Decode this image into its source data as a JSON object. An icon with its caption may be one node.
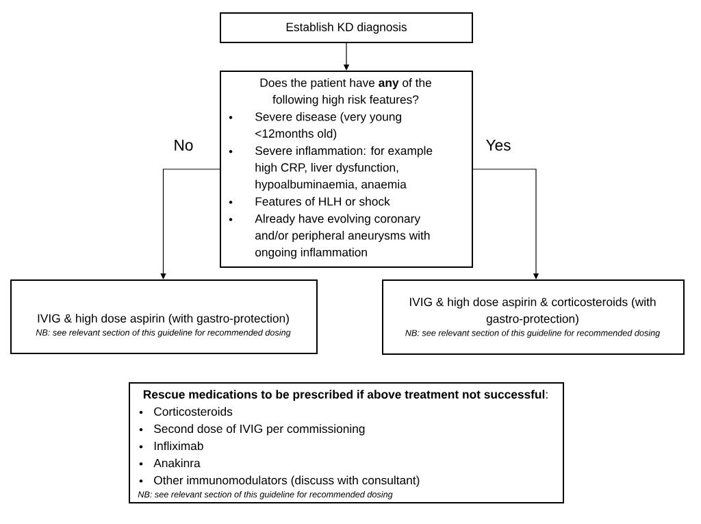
{
  "diagram": {
    "nodes": [
      {
        "text": [
          "Establish KD diagnosis"
        ]
      },
      {
        "text": [
          "Does the patient have **any** of the following high risk features?",
          "Severe disease (very young <12months old)",
          "Severe inflammation: for example high CRP, liver dysfunction, hypoalbuminaemia, anaemia",
          "Features of HLH or shock",
          "Already have evolving coronary and/or peripheral aneurysms with ongoing inflammation"
        ]
      },
      {
        "text": [
          "IVIG & high dose aspirin (with gastro-protection)",
          "NB: see relevant section of this guideline for recommended dosing"
        ]
      },
      {
        "text": [
          "IVIG & high dose aspirin & corticosteroids (with gastro-protection)",
          "NB: see relevant section of this guideline for recommended dosing"
        ]
      },
      {
        "text": [
          "**Rescue medications to be prescribed if above treatment not successful**:",
          "Corticosteroids",
          "Second dose of IVIG per commissioning",
          "Infliximab",
          "Anakinra",
          "Other immunomodulators (discuss with consultant)",
          "NB: see relevant section of this guideline for recommended dosing"
        ]
      }
    ],
    "edges": [
      {
        "from": 0,
        "to": 1,
        "arrow": "to"
      },
      {
        "from": 1,
        "to": 2,
        "arrow": "to",
        "label": "No"
      },
      {
        "from": 1,
        "to": 3,
        "arrow": "to",
        "label": "Yes"
      }
    ]
  }
}
